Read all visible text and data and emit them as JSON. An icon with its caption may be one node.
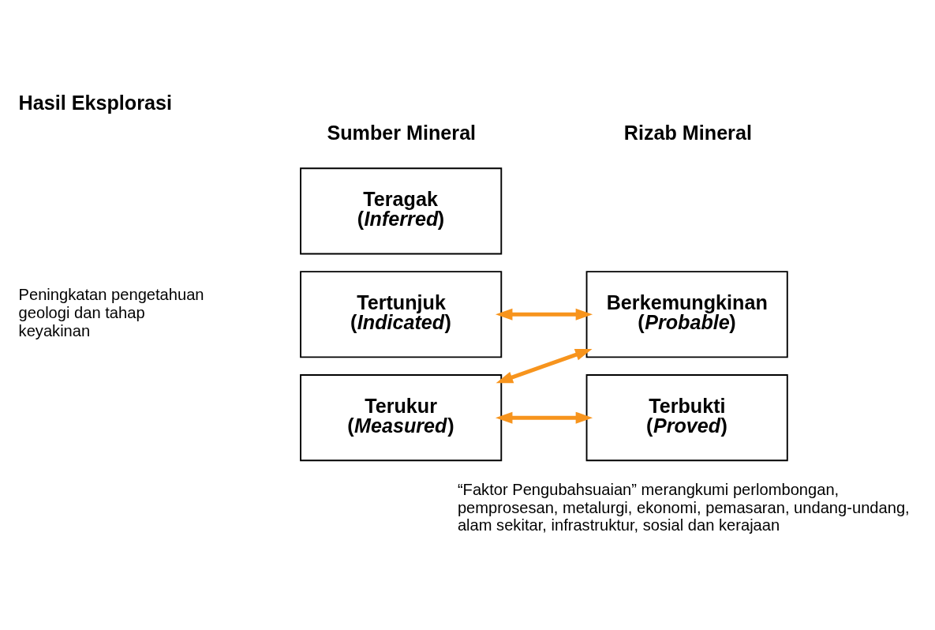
{
  "diagram": {
    "title": "Hasil Eksplorasi",
    "nodes": [
      {
        "text": [
          "Teragak (*Inferred*)"
        ]
      },
      {
        "text": [
          "Tertunjuk (*Indicated*)"
        ]
      },
      {
        "text": [
          "Terukur (*Measured*)"
        ]
      },
      {
        "text": [
          "Berkemungkinan (*Probable*)"
        ]
      },
      {
        "text": [
          "Terbukti (*Proved*)"
        ]
      }
    ],
    "edges": [
      {
        "from": 1,
        "to": 3,
        "arrow": "both"
      },
      {
        "from": 2,
        "to": 3,
        "arrow": "both"
      },
      {
        "from": 2,
        "to": 4,
        "arrow": "both"
      }
    ],
    "labels": [
      "Sumber Mineral",
      "Rizab Mineral",
      "Peningkatan pengetahuan geologi dan tahap keyakinan",
      "“Faktor Pengubahsuaian” merangkumi perlombongan, pemprosesan, metalurgi, ekonomi, pemasaran, undang-undang, alam sekitar, infrastruktur, sosial dan kerajaan"
    ]
  }
}
